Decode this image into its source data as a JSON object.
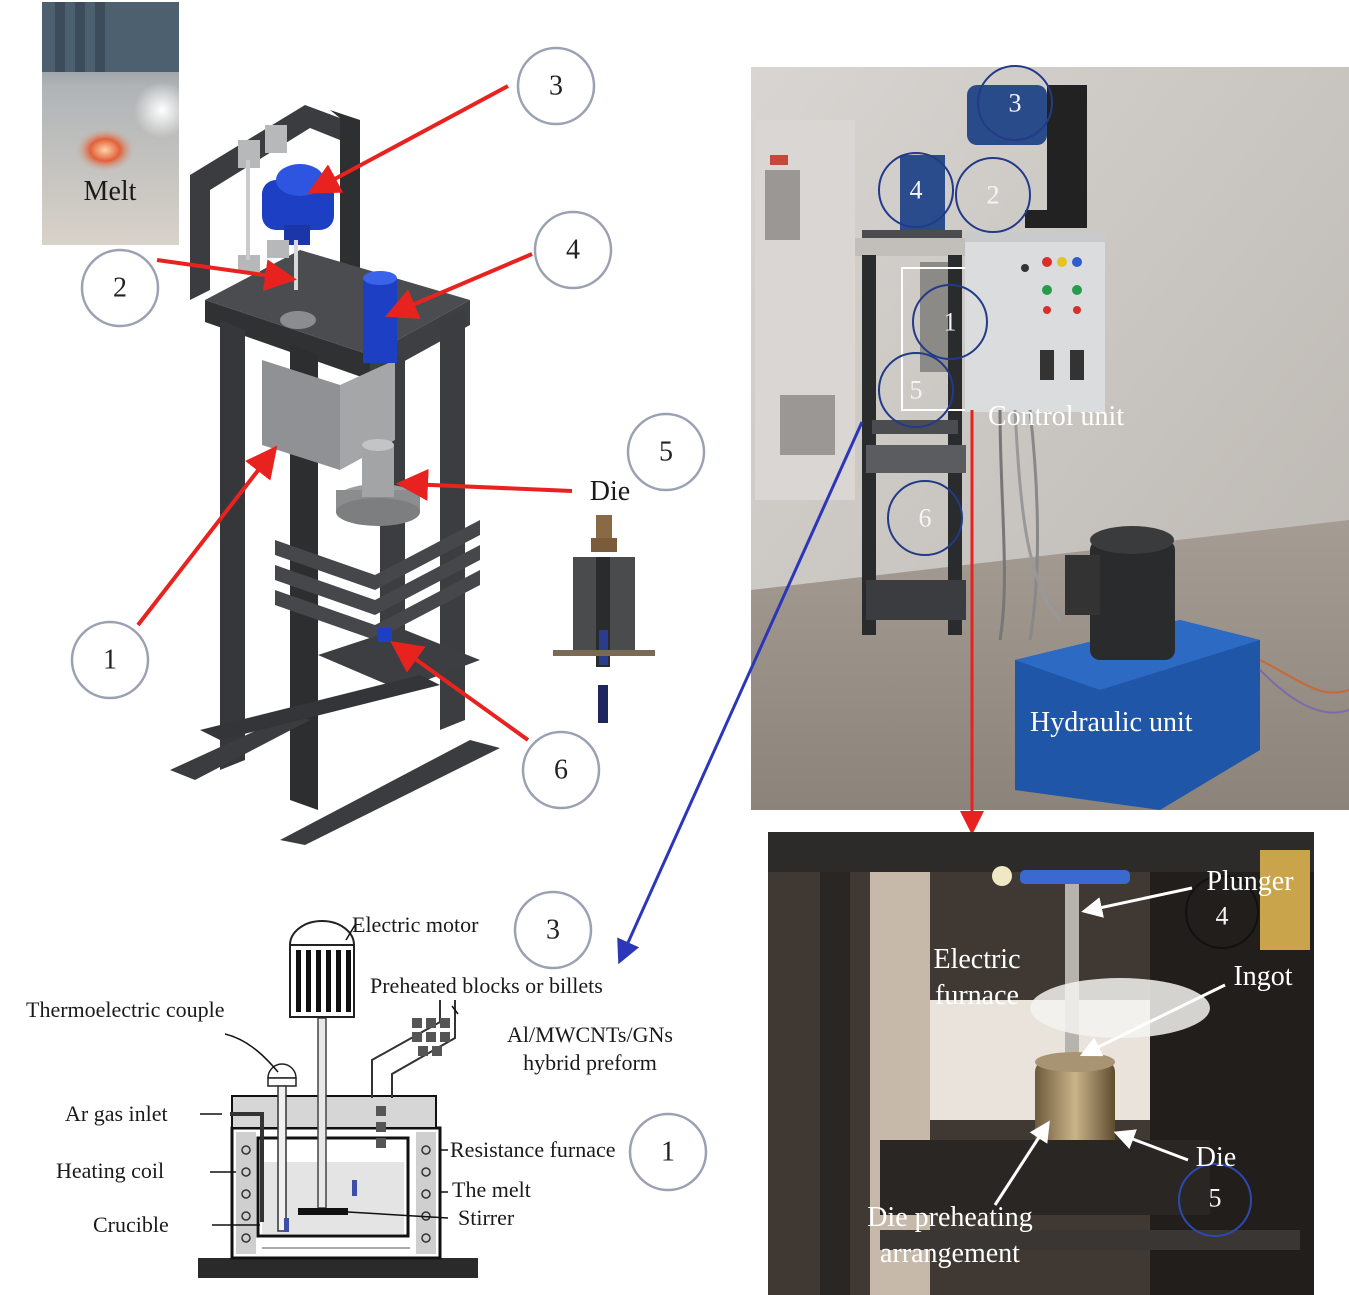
{
  "numbers": {
    "n1": "1",
    "n2": "2",
    "n3": "3",
    "n4": "4",
    "n5": "5",
    "n6": "6"
  },
  "labels": {
    "melt": "Melt",
    "die_model": "Die",
    "control_unit": "Control unit",
    "hydraulic_unit": "Hydraulic unit",
    "plunger": "Plunger",
    "electric_furnace_line1": "Electric",
    "electric_furnace_line2": "furnace",
    "ingot": "Ingot",
    "die_photo": "Die",
    "die_preheating_line1": "Die preheating",
    "die_preheating_line2": "arrangement",
    "electric_motor": "Electric motor",
    "preheated_blocks": "Preheated blocks or billets",
    "thermoelectric_couple": "Thermoelectric couple",
    "preform_line1": "Al/MWCNTs/GNs",
    "preform_line2": "hybrid preform",
    "ar_gas_inlet": "Ar gas inlet",
    "heating_coil": "Heating coil",
    "crucible": "Crucible",
    "resistance_furnace": "Resistance furnace",
    "the_melt": "The melt",
    "stirrer": "Stirrer"
  },
  "colors": {
    "arrow_red": "#e8231f",
    "arrow_blue": "#2b36b8",
    "motor_blue": "#1d3fc4",
    "frame_dark": "#3b3d40",
    "hydraulic_blue": "#1f56a8"
  }
}
